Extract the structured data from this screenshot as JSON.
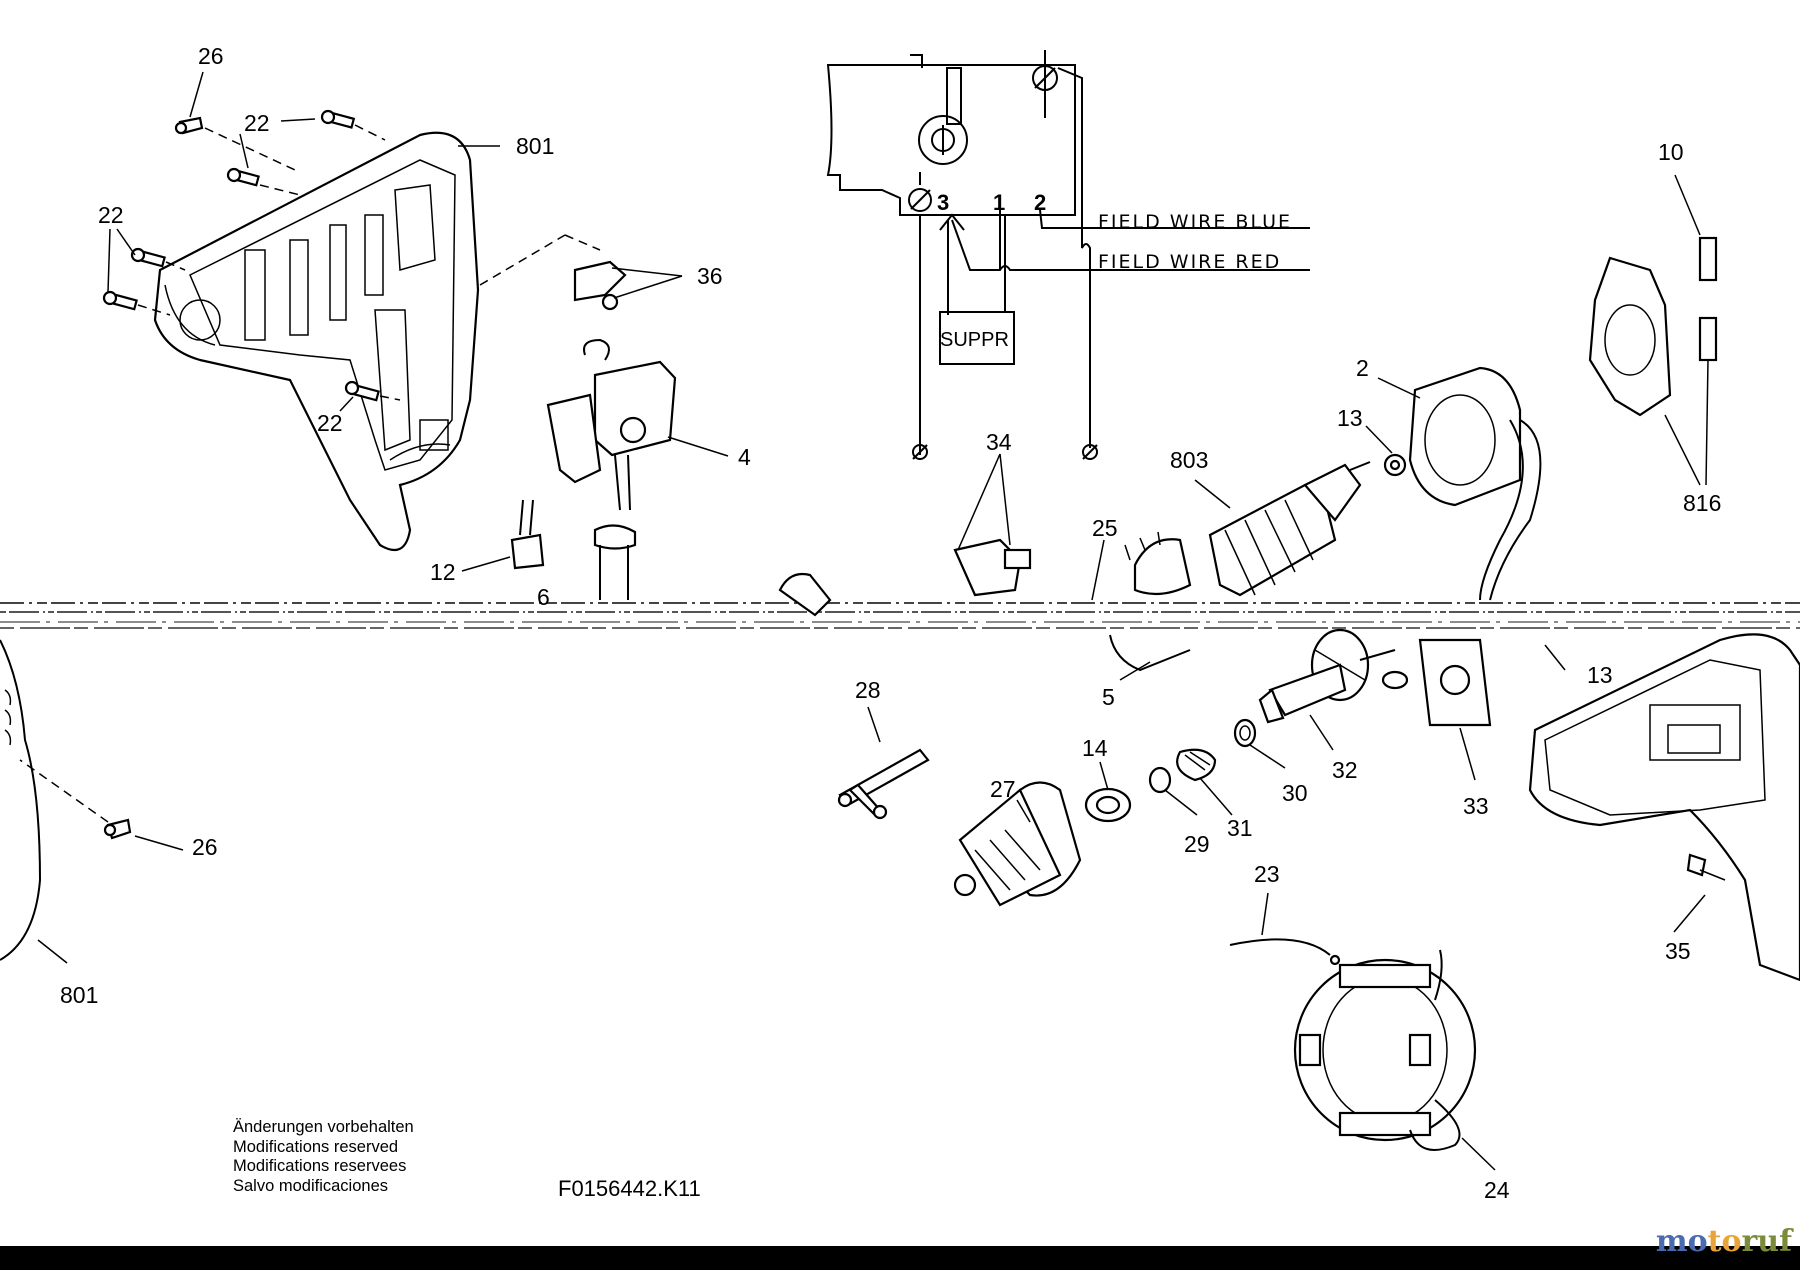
{
  "callouts": {
    "c26a": "26",
    "c22a": "22",
    "c801a": "801",
    "c22b": "22",
    "c36": "36",
    "c22c": "22",
    "c4": "4",
    "c12": "12",
    "c6": "6",
    "c34": "34",
    "c25": "25",
    "c803": "803",
    "c13a": "13",
    "c2": "2",
    "c10": "10",
    "c816": "816",
    "c5": "5",
    "c13b": "13",
    "c28": "28",
    "c14": "14",
    "c27": "27",
    "c29": "29",
    "c31": "31",
    "c30": "30",
    "c32": "32",
    "c33": "33",
    "c35": "35",
    "c26b": "26",
    "c801b": "801",
    "c23": "23",
    "c24": "24"
  },
  "wiring": {
    "field_wire_blue": "FIELD WIRE BLUE",
    "field_wire_red": "FIELD WIRE RED",
    "suppressor": "SUPPR",
    "terminal_3": "3",
    "terminal_1": "1",
    "terminal_2": "2"
  },
  "notes": [
    "Änderungen vorbehalten",
    "Modifications reserved",
    "Modifications reservees",
    "Salvo modificaciones"
  ],
  "drawing_code": "F0156442.K11",
  "watermark": {
    "part1": "mo",
    "part2": "to",
    "part3": "ruf"
  }
}
